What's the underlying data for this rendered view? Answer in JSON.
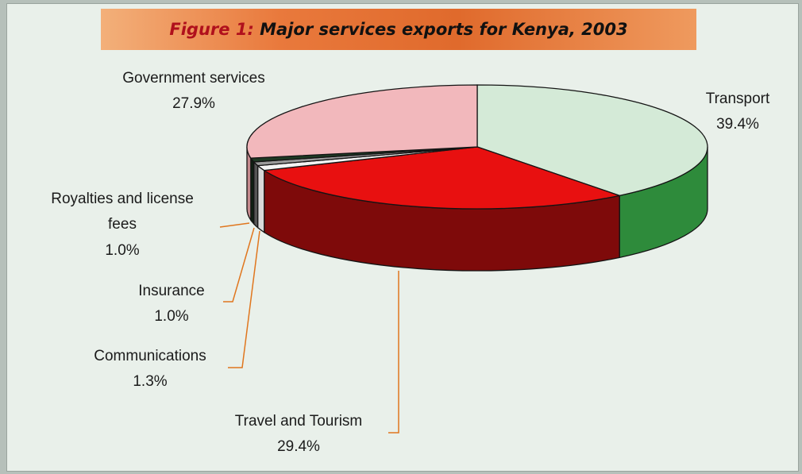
{
  "chart_data": {
    "type": "pie",
    "title_prefix": "Figure 1:",
    "title": "Major services exports for Kenya, 2003",
    "slices": [
      {
        "label": "Transport",
        "value": 39.4,
        "value_label": "39.4%",
        "top_color": "#d4ead7",
        "side_color": "#2e8b3b"
      },
      {
        "label": "Travel and Tourism",
        "value": 29.4,
        "value_label": "29.4%",
        "top_color": "#e81010",
        "side_color": "#7e0a0a"
      },
      {
        "label": "Communications",
        "value": 1.3,
        "value_label": "1.3%",
        "top_color": "#f4f4f4",
        "side_color": "#d8d8d8"
      },
      {
        "label": "Insurance",
        "value": 1.0,
        "value_label": "1.0%",
        "top_color": "#9a9a9a",
        "side_color": "#555555"
      },
      {
        "label": "Royalties and license fees",
        "label_lines": [
          "Royalties and license",
          "fees"
        ],
        "value": 1.0,
        "value_label": "1.0%",
        "top_color": "#1e3a24",
        "side_color": "#0e1f12"
      },
      {
        "label": "Government services",
        "value": 27.9,
        "value_label": "27.9%",
        "top_color": "#f2b8bc",
        "side_color": "#c58a8e"
      }
    ],
    "leader_color": "#e0761e"
  }
}
